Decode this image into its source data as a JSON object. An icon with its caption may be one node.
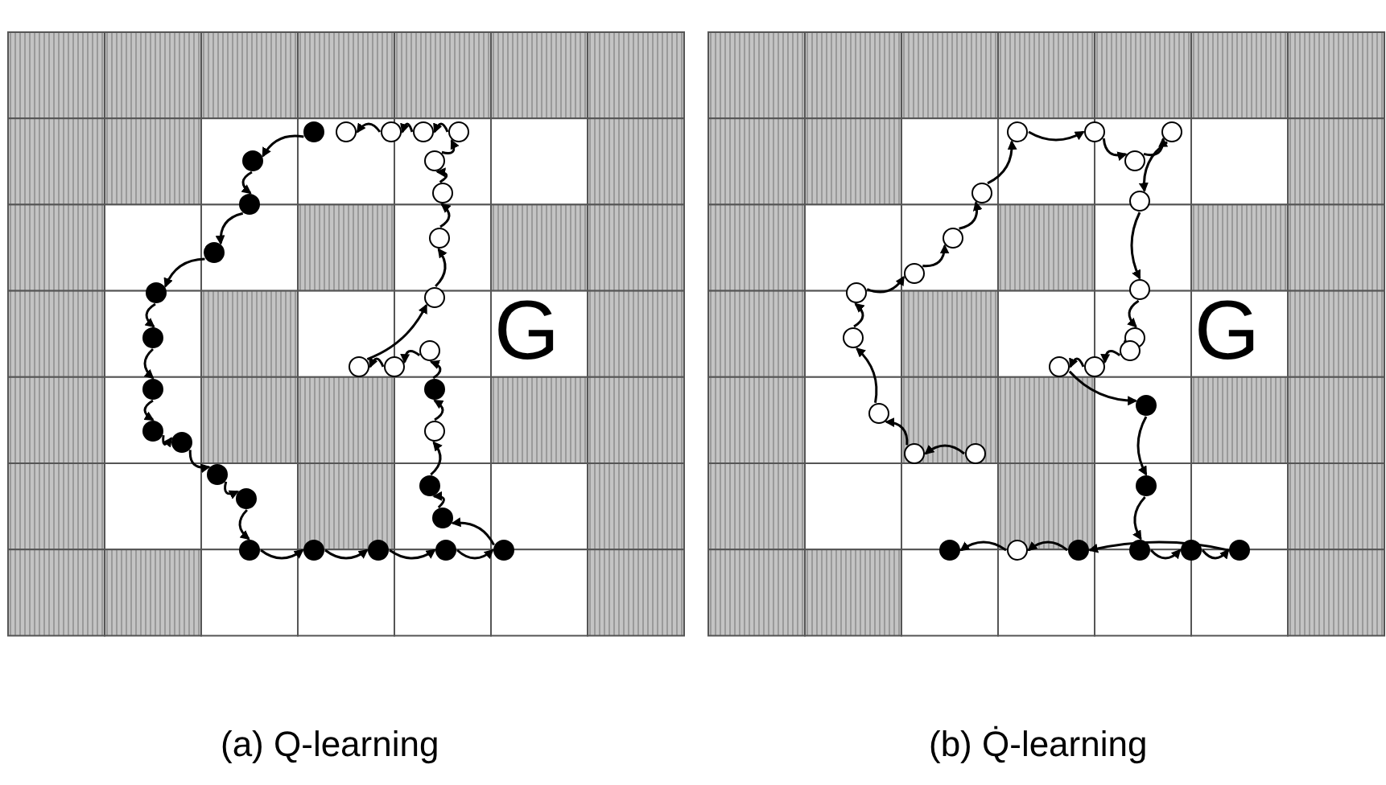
{
  "diagram": {
    "labels": [
      "G",
      "G",
      "(a) Q-learning",
      "(b) Q̇-learning"
    ]
  }
}
